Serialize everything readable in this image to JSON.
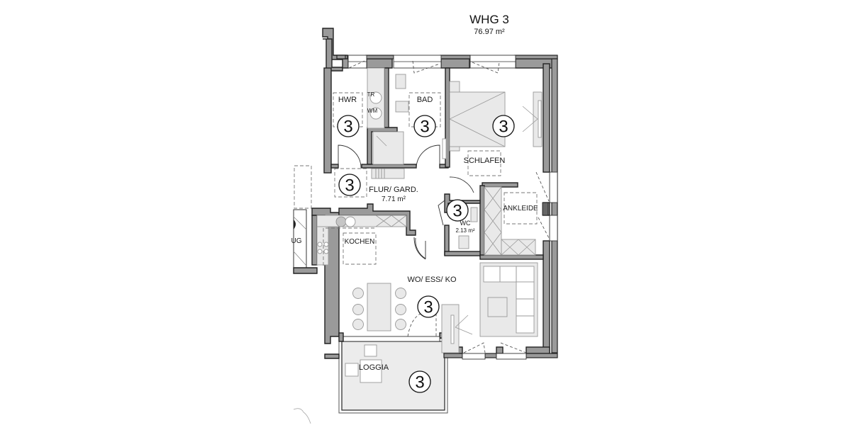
{
  "unit": {
    "title": "WHG 3",
    "area": "76.97 m²"
  },
  "rooms": {
    "hwr": {
      "label": "HWR",
      "marker": "3",
      "fixtures": {
        "dryer": "TR",
        "washer": "WM"
      }
    },
    "bad": {
      "label": "BAD",
      "marker": "3"
    },
    "schlafen": {
      "label": "SCHLAFEN",
      "marker": "3"
    },
    "flur": {
      "label": "FLUR/ GARD.",
      "area": "7.71 m²",
      "marker": "3"
    },
    "wc": {
      "label": "WC",
      "area": "2.13 m²",
      "marker": "3"
    },
    "ankleide": {
      "label": "ANKLEIDE"
    },
    "kochen": {
      "label": "KOCHEN"
    },
    "wohnen": {
      "label": "WO/ ESS/ KO",
      "marker": "3"
    },
    "loggia": {
      "label": "LOGGIA",
      "marker": "3"
    },
    "neighbor": {
      "label": "UG"
    }
  },
  "colors": {
    "wall_fill": "#9a9a9a",
    "wall_stroke": "#222222",
    "furniture_fill": "#e9e9e9",
    "loggia_fill": "#ececec",
    "background": "#ffffff"
  }
}
